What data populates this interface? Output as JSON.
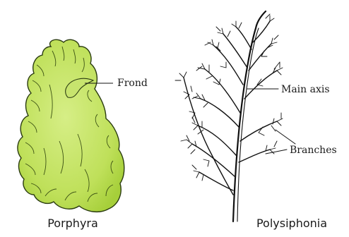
{
  "figures": [
    {
      "caption": "Porphyra",
      "labels": {
        "frond": "Frond"
      }
    },
    {
      "caption": "Polysiphonia",
      "labels": {
        "main_axis": "Main axis",
        "branches": "Branches"
      }
    }
  ],
  "colors": {
    "frond_fill_light": "#d6ee86",
    "frond_fill_dark": "#a6cf3a",
    "outline": "#2a3b10",
    "stroke": "#111111"
  }
}
